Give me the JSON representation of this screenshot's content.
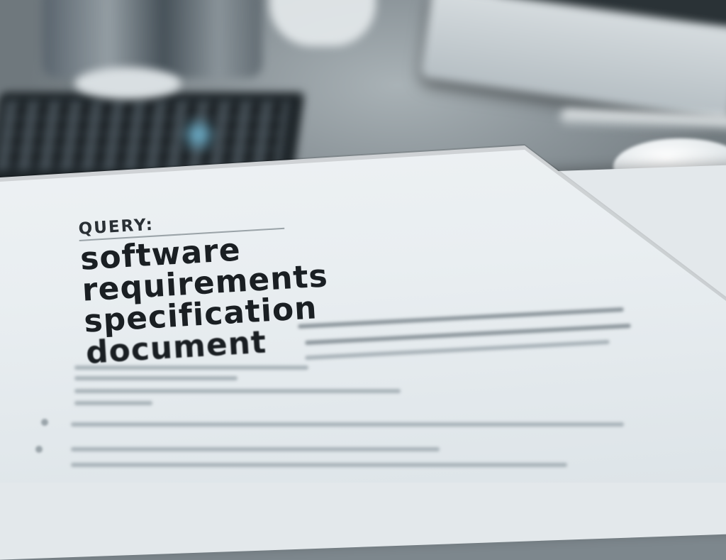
{
  "document": {
    "label": "QUERY:",
    "title_lines": [
      "software",
      "requirements",
      "specification",
      "document"
    ]
  },
  "scene": {
    "objects": [
      "glass-icon",
      "coffee-cup-icon",
      "keyboard-icon",
      "laptop-icon",
      "pen-icon",
      "mouse-icon",
      "paper-sheet"
    ],
    "tone": "#7d878d",
    "paper_color": "#eef2f4",
    "ink_color": "#1a1f23"
  }
}
